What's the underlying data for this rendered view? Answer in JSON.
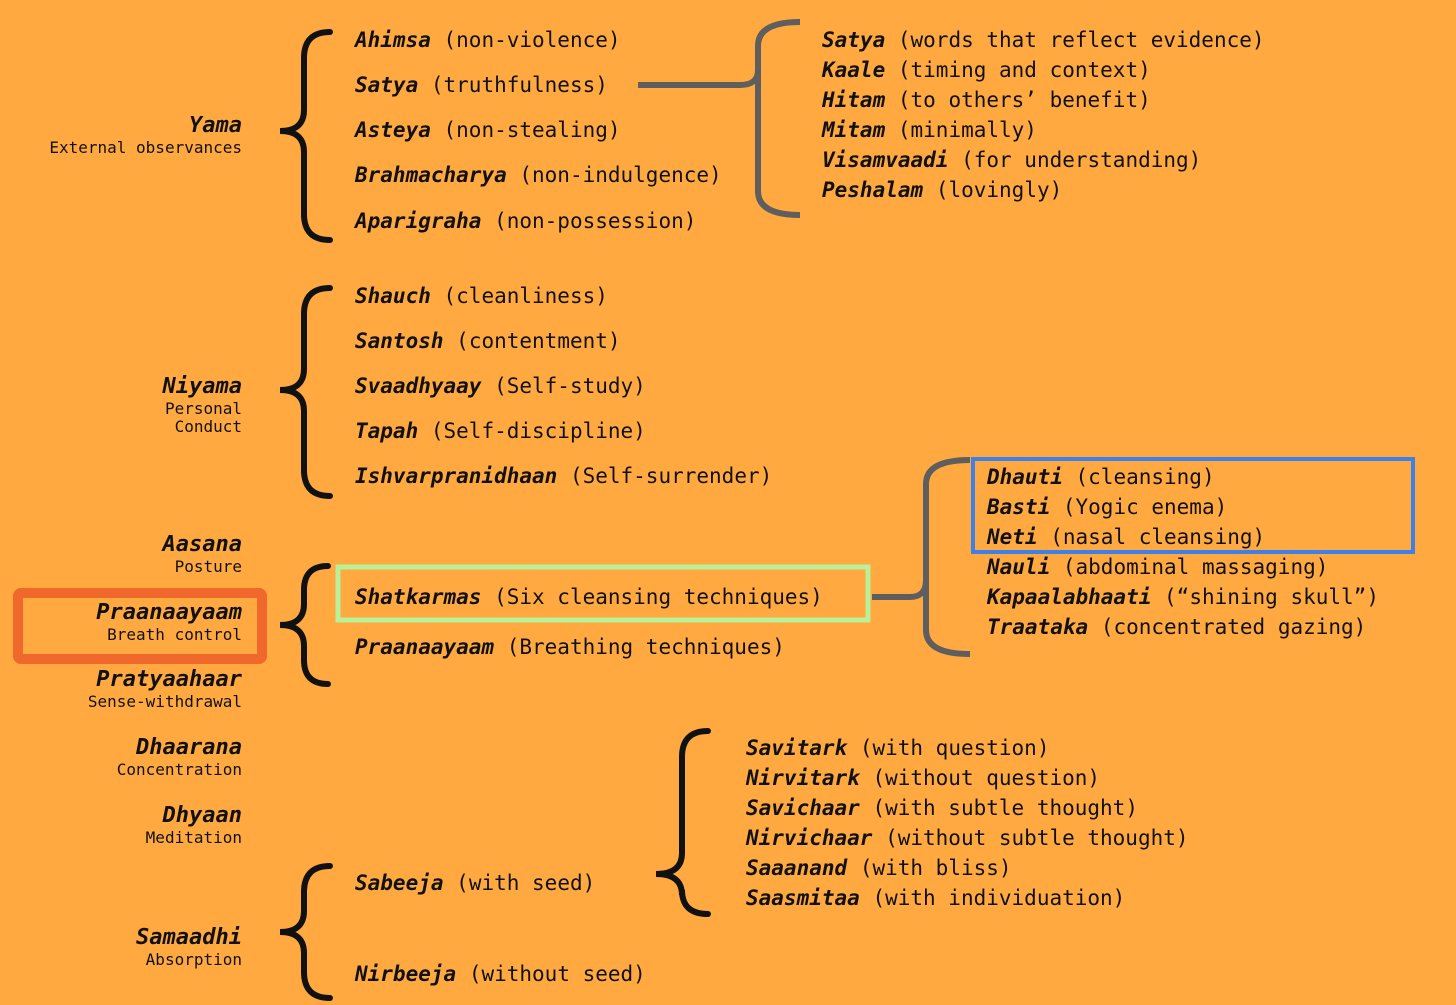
{
  "colors": {
    "background": "#FFA940",
    "bracket_primary": "#111111",
    "bracket_secondary": "#5E5E5E",
    "highlight_orange": "#F0682B",
    "highlight_green": "#B9F09A",
    "highlight_blue": "#3F7FE8"
  },
  "limbs": [
    {
      "name": "Yama",
      "sub": "External observances"
    },
    {
      "name": "Niyama",
      "sub": "Personal Conduct"
    },
    {
      "name": "Aasana",
      "sub": "Posture"
    },
    {
      "name": "Praanaayaam",
      "sub": "Breath control"
    },
    {
      "name": "Pratyaahaar",
      "sub": "Sense-withdrawal"
    },
    {
      "name": "Dhaarana",
      "sub": "Concentration"
    },
    {
      "name": "Dhyaan",
      "sub": "Meditation"
    },
    {
      "name": "Samaadhi",
      "sub": "Absorption"
    }
  ],
  "yama_items": [
    {
      "term": "Ahimsa",
      "desc": "(non-violence)"
    },
    {
      "term": "Satya",
      "desc": "(truthfulness)"
    },
    {
      "term": "Asteya",
      "desc": "(non-stealing)"
    },
    {
      "term": "Brahmacharya",
      "desc": "(non-indulgence)"
    },
    {
      "term": "Aparigraha",
      "desc": "(non-possession)"
    }
  ],
  "satya_items": [
    {
      "term": "Satya",
      "desc": "(words that reflect evidence)"
    },
    {
      "term": "Kaale",
      "desc": "(timing and context)"
    },
    {
      "term": "Hitam",
      "desc": "(to others’ benefit)"
    },
    {
      "term": "Mitam",
      "desc": "(minimally)"
    },
    {
      "term": "Visamvaadi",
      "desc": "(for understanding)"
    },
    {
      "term": "Peshalam",
      "desc": "(lovingly)"
    }
  ],
  "niyama_items": [
    {
      "term": "Shauch",
      "desc": "(cleanliness)"
    },
    {
      "term": "Santosh",
      "desc": "(contentment)"
    },
    {
      "term": "Svaadhyaay",
      "desc": "(Self-study)"
    },
    {
      "term": "Tapah",
      "desc": "(Self-discipline)"
    },
    {
      "term": "Ishvarpranidhaan",
      "desc": "(Self-surrender)"
    }
  ],
  "praanaayaam_items": [
    {
      "term": "Shatkarmas",
      "desc": "(Six cleansing techniques)"
    },
    {
      "term": "Praanaayaam",
      "desc": "(Breathing techniques)"
    }
  ],
  "shatkarma_items": [
    {
      "term": "Dhauti",
      "desc": "(cleansing)"
    },
    {
      "term": "Basti",
      "desc": "(Yogic enema)"
    },
    {
      "term": "Neti",
      "desc": "(nasal cleansing)"
    },
    {
      "term": "Nauli",
      "desc": "(abdominal massaging)"
    },
    {
      "term": "Kapaalabhaati",
      "desc": "(“shining skull”)"
    },
    {
      "term": "Traataka",
      "desc": "(concentrated gazing)"
    }
  ],
  "samaadhi_items": [
    {
      "term": "Sabeeja",
      "desc": "(with seed)"
    },
    {
      "term": "Nirbeeja",
      "desc": "(without seed)"
    }
  ],
  "sabeeja_items": [
    {
      "term": "Savitark",
      "desc": "(with question)"
    },
    {
      "term": "Nirvitark",
      "desc": "(without question)"
    },
    {
      "term": "Savichaar",
      "desc": "(with subtle thought)"
    },
    {
      "term": "Nirvichaar",
      "desc": "(without subtle thought)"
    },
    {
      "term": "Saaanand",
      "desc": "(with bliss)"
    },
    {
      "term": "Saasmitaa",
      "desc": "(with individuation)"
    }
  ]
}
